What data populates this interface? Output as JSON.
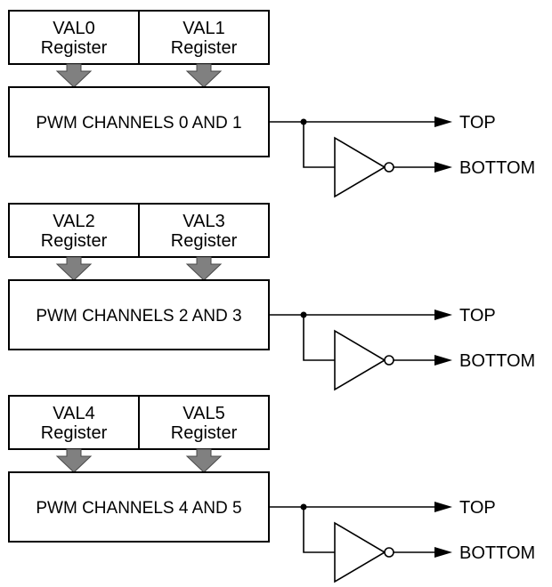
{
  "groups": [
    {
      "registers": [
        {
          "line1": "VAL0",
          "line2": "Register"
        },
        {
          "line1": "VAL1",
          "line2": "Register"
        }
      ],
      "channel_label": "PWM CHANNELS 0 AND 1",
      "outputs": {
        "top": "TOP",
        "bottom": "BOTTOM"
      }
    },
    {
      "registers": [
        {
          "line1": "VAL2",
          "line2": "Register"
        },
        {
          "line1": "VAL3",
          "line2": "Register"
        }
      ],
      "channel_label": "PWM CHANNELS 2 AND 3",
      "outputs": {
        "top": "TOP",
        "bottom": "BOTTOM"
      }
    },
    {
      "registers": [
        {
          "line1": "VAL4",
          "line2": "Register"
        },
        {
          "line1": "VAL5",
          "line2": "Register"
        }
      ],
      "channel_label": "PWM CHANNELS 4 AND 5",
      "outputs": {
        "top": "TOP",
        "bottom": "BOTTOM"
      }
    }
  ]
}
